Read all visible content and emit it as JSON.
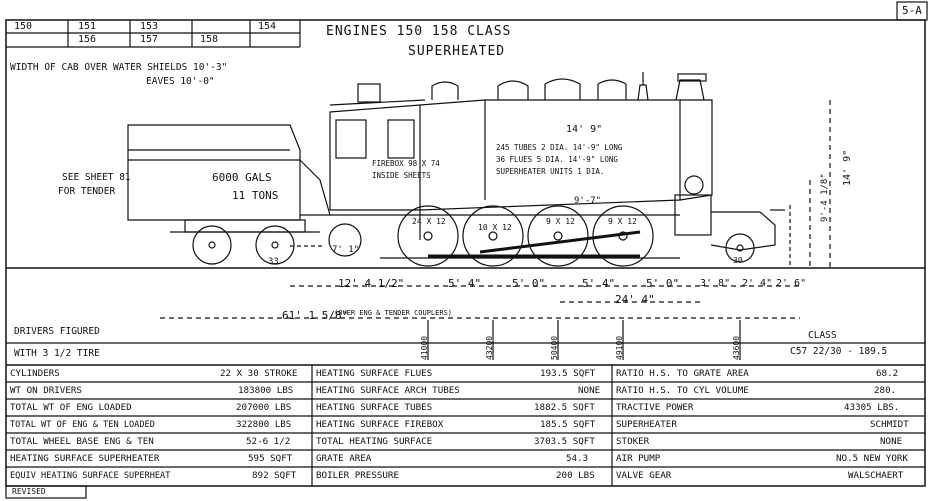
{
  "sheet_no": "5-A",
  "header": {
    "numbers_row1": [
      "150",
      "151",
      "153",
      "154"
    ],
    "numbers_row2": [
      "156",
      "157",
      "158"
    ],
    "title": "ENGINES 150 158 CLASS",
    "subtitle": "SUPERHEATED"
  },
  "cab_notes": {
    "width": "WIDTH OF CAB OVER WATER SHIELDS 10'-3\"",
    "eaves": "EAVES 10'-0\""
  },
  "tender_notes": {
    "see_sheet": "SEE SHEET 81",
    "for_tender": "FOR TENDER",
    "gals": "6000 GALS",
    "tons": "11 TONS"
  },
  "boiler_notes": {
    "firebox": "FIREBOX  98 X 74",
    "inside": "INSIDE  SHEETS",
    "tubes": "245 TUBES 2 DIA. 14'-9\" LONG",
    "flues": "36 FLUES 5 DIA. 14'-9\" LONG",
    "superheater": "SUPERHEATER UNITS 1 DIA.",
    "boiler_len": "14' 9\"",
    "height": "14' 9\"",
    "height2": "9'-4 1/8\"",
    "firebox_h": "9'-7\""
  },
  "wheels": {
    "tender_wheel": "33",
    "pilot_wheel": "30",
    "driver1": "24 X 12",
    "driver2": "10 X 12",
    "driver3": "9 X 12",
    "driver4": "9 X 12"
  },
  "dimensions": {
    "tender_rear": "7' 1\"",
    "tender_to_driver": "12' 4 1/2\"",
    "d1": "5' 4\"",
    "d2": "5' 0\"",
    "d3": "5' 4\"",
    "d4": "5' 0\"",
    "d5": "3' 8\"",
    "d6": "2' 4\"",
    "d7": "2' 6\"",
    "engine_wb": "24' 4\"",
    "total": "61' 1 5/8\"",
    "over_couplers": "(OVER ENG & TENDER COUPLERS)"
  },
  "axle_loads": [
    "41000",
    "43200",
    "50400",
    "49100",
    "43600"
  ],
  "drivers_note": {
    "line1": "DRIVERS FIGURED",
    "line2": "WITH 3 1/2 TIRE"
  },
  "class_note": {
    "label": "CLASS",
    "value": "C57 22/30 - 189.5"
  },
  "specs_left": [
    {
      "label": "CYLINDERS",
      "value": "22 X 30 STROKE"
    },
    {
      "label": "WT ON DRIVERS",
      "value": "183800 LBS"
    },
    {
      "label": "TOTAL WT OF ENG LOADED",
      "value": "207000 LBS"
    },
    {
      "label": "TOTAL WT OF ENG & TEN LOADED",
      "value": "322800 LBS"
    },
    {
      "label": "TOTAL WHEEL BASE ENG & TEN",
      "value": "52-6 1/2"
    },
    {
      "label": "HEATING SURFACE SUPERHEATER",
      "value": "595 SQFT"
    },
    {
      "label": "EQUIV HEATING SURFACE SUPERHEAT",
      "value": "892 SQFT"
    }
  ],
  "specs_mid": [
    {
      "label": "HEATING SURFACE FLUES",
      "value": "193.5 SQFT"
    },
    {
      "label": "HEATING SURFACE ARCH TUBES",
      "value": "NONE"
    },
    {
      "label": "HEATING SURFACE TUBES",
      "value": "1882.5 SQFT"
    },
    {
      "label": "HEATING SURFACE FIREBOX",
      "value": "185.5 SQFT"
    },
    {
      "label": "TOTAL HEATING SURFACE",
      "value": "3703.5 SQFT"
    },
    {
      "label": "GRATE AREA",
      "value": "54.3"
    },
    {
      "label": "BOILER PRESSURE",
      "value": "200 LBS"
    }
  ],
  "specs_right": [
    {
      "label": "RATIO H.S. TO GRATE AREA",
      "value": "68.2"
    },
    {
      "label": "RATIO H.S. TO CYL VOLUME",
      "value": "280."
    },
    {
      "label": "TRACTIVE POWER",
      "value": "43305 LBS."
    },
    {
      "label": "SUPERHEATER",
      "value": "SCHMIDT"
    },
    {
      "label": "STOKER",
      "value": "NONE"
    },
    {
      "label": "AIR PUMP",
      "value": "NO.5 NEW YORK"
    },
    {
      "label": "VALVE GEAR",
      "value": "WALSCHAERT"
    }
  ],
  "revised": "REVISED"
}
